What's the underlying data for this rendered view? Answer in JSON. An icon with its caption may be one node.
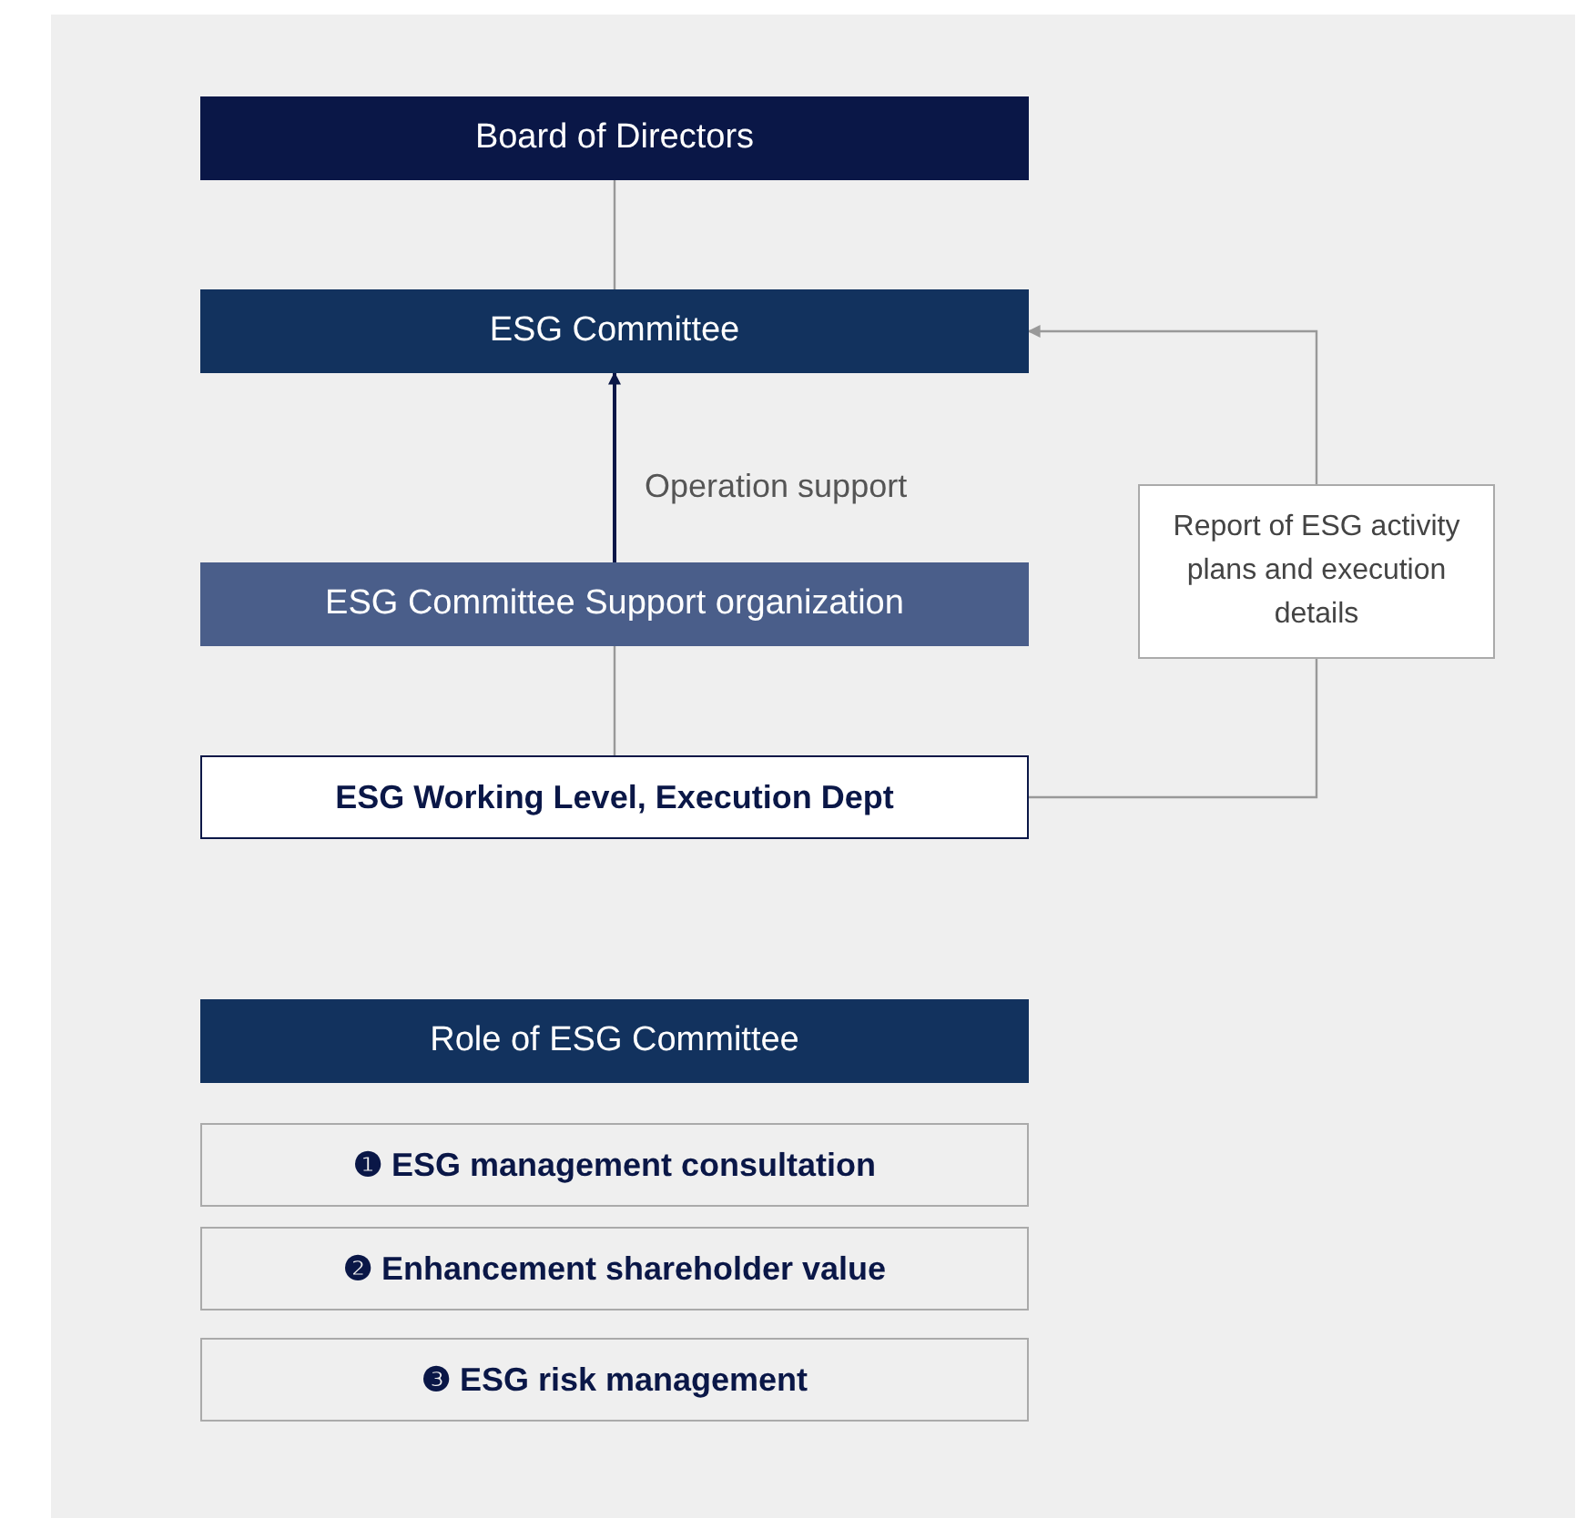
{
  "diagram": {
    "nodes": [
      {
        "text": [
          "Board of Directors"
        ]
      },
      {
        "text": [
          "ESG Committee"
        ]
      },
      {
        "text": [
          "ESG Committee Support organization"
        ]
      },
      {
        "text": [
          "ESG Working Level, Execution Dept"
        ]
      },
      {
        "text": [
          "Report of ESG activity plans and execution details"
        ]
      },
      {
        "text": [
          "Role of ESG Committee"
        ]
      },
      {
        "text": [
          "❶ ESG management consultation"
        ]
      },
      {
        "text": [
          "❷ Enhancement shareholder value"
        ]
      },
      {
        "text": [
          "❸ ESG risk management"
        ]
      }
    ],
    "edges": [
      {
        "from": 0,
        "to": 1,
        "arrow": "none"
      },
      {
        "from": 2,
        "to": 1,
        "arrow": "to",
        "label": "Operation support",
        "color": "#0a1747"
      },
      {
        "from": 2,
        "to": 3,
        "arrow": "none"
      },
      {
        "from": 3,
        "to": 4,
        "arrow": "none"
      },
      {
        "from": 4,
        "to": 1,
        "arrow": "to"
      }
    ]
  }
}
